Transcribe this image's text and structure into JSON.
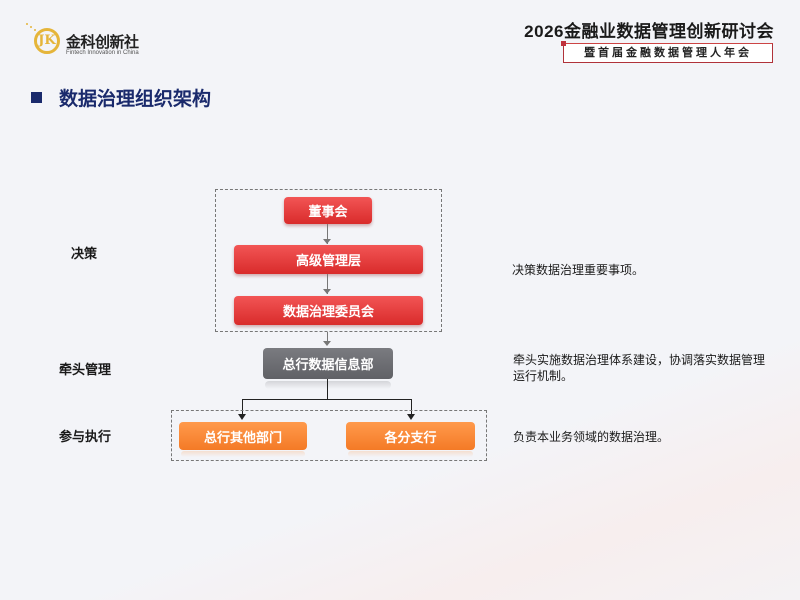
{
  "header": {
    "logo": {
      "icon": "jk-circle-logo-icon",
      "letters": "JK",
      "name": "金科创新社",
      "subtitle": "Fintech Innovation in China",
      "color": "#e5b53a"
    },
    "conference_title": "2026金融业数据管理创新研讨会",
    "conference_subtitle": "暨首届金融数据管理人年会",
    "accent_color": "#c0313c"
  },
  "section": {
    "title": "数据治理组织架构",
    "title_color": "#1a2a6c"
  },
  "levels": [
    {
      "label": "决策",
      "description": "决策数据治理重要事项。"
    },
    {
      "label": "牵头管理",
      "description": "牵头实施数据治理体系建设，协调落实数据管理运行机制。"
    },
    {
      "label": "参与执行",
      "description": "负责本业务领域的数据治理。"
    }
  ],
  "org_chart": {
    "decision_nodes": [
      {
        "label": "董事会",
        "color": "#e03a3a"
      },
      {
        "label": "高级管理层",
        "color": "#e03a3a"
      },
      {
        "label": "数据治理委员会",
        "color": "#e03a3a"
      }
    ],
    "lead_node": {
      "label": "总行数据信息部",
      "color": "#6b6c71"
    },
    "execution_nodes": [
      {
        "label": "总行其他部门",
        "color": "#f5852f"
      },
      {
        "label": "各分支行",
        "color": "#f5852f"
      }
    ]
  }
}
